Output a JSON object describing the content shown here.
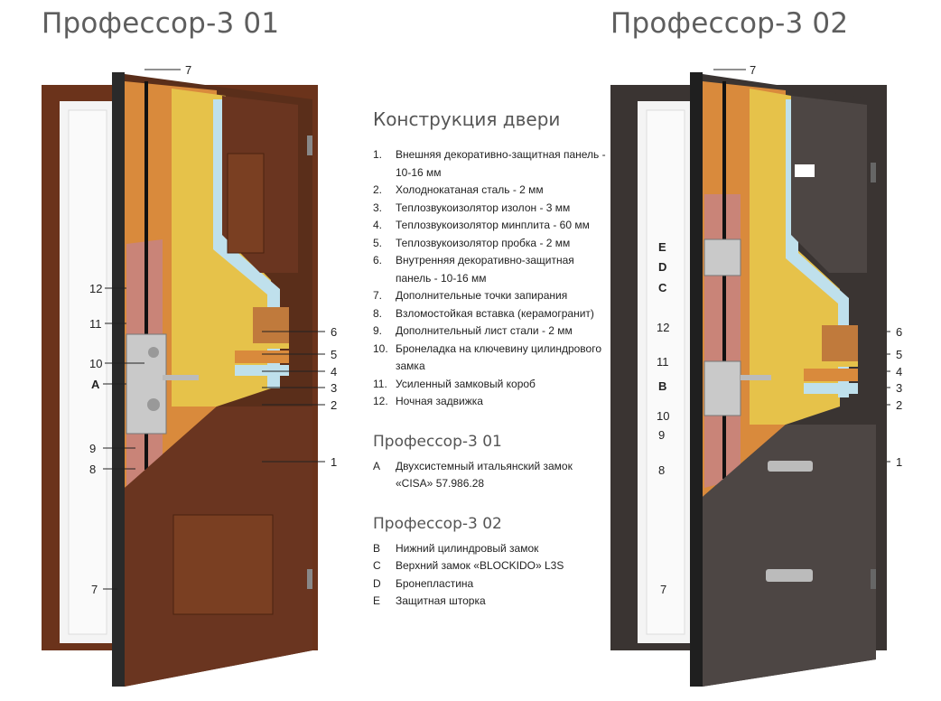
{
  "title_left": "Профессор-3 01",
  "title_right": "Профессор-3 02",
  "legend": {
    "heading": "Конструкция двери",
    "items": [
      {
        "n": "1.",
        "t": "Внешняя декоративно-защитная панель - 10-16 мм"
      },
      {
        "n": "2.",
        "t": "Холоднокатаная сталь - 2 мм"
      },
      {
        "n": "3.",
        "t": "Теплозвукоизолятор изолон - 3 мм"
      },
      {
        "n": "4.",
        "t": "Теплозвукоизолятор минплита - 60 мм"
      },
      {
        "n": "5.",
        "t": "Теплозвукоизолятор пробка - 2 мм"
      },
      {
        "n": "6.",
        "t": "Внутренняя декоративно-защитная панель - 10-16 мм"
      },
      {
        "n": "7.",
        "t": "Дополнительные точки запирания"
      },
      {
        "n": "8.",
        "t": "Взломостойкая вставка (керамогранит)"
      },
      {
        "n": "9.",
        "t": "Дополнительный лист стали - 2 мм"
      },
      {
        "n": "10.",
        "t": "Бронеладка на ключевину цилиндрового замка"
      },
      {
        "n": "11.",
        "t": "Усиленный замковый короб"
      },
      {
        "n": "12.",
        "t": "Ночная задвижка"
      }
    ],
    "model1": {
      "heading": "Профессор-3 01",
      "items": [
        {
          "n": "A",
          "t": "Двухсистемный итальянский замок «CISA» 57.986.28"
        }
      ]
    },
    "model2": {
      "heading": "Профессор-3 02",
      "items": [
        {
          "n": "B",
          "t": "Нижний цилиндровый замок"
        },
        {
          "n": "C",
          "t": "Верхний замок «BLOCKIDO» L3S"
        },
        {
          "n": "D",
          "t": "Бронепластина"
        },
        {
          "n": "E",
          "t": "Защитная шторка"
        }
      ]
    }
  },
  "callouts_left": [
    "7",
    "12",
    "11",
    "10",
    "A",
    "9",
    "8",
    "7",
    "6",
    "5",
    "4",
    "3",
    "2",
    "1"
  ],
  "callouts_right": [
    "7",
    "E",
    "D",
    "C",
    "12",
    "11",
    "B",
    "10",
    "9",
    "8",
    "7",
    "6",
    "5",
    "4",
    "3",
    "2",
    "1"
  ],
  "colors": {
    "wood_left": "#5a2e1a",
    "wood_left_light": "#7a3f22",
    "wood_right": "#3a3432",
    "wood_right_light": "#4d4644",
    "steel": "#2b2b2b",
    "insulation_orange": "#d98a3c",
    "insulation_yellow": "#e6c24a",
    "isolon_blue": "#bfe0ec",
    "ceramic_pink": "#c98478",
    "frame_white": "#f2f2f2"
  }
}
